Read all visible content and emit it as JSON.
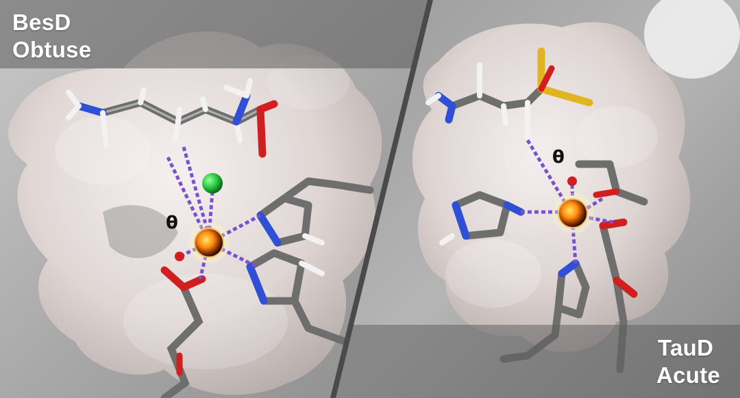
{
  "left_panel": {
    "enzyme_name": "BesD",
    "geometry": "Obtuse",
    "angle_symbol": "θ"
  },
  "right_panel": {
    "enzyme_name": "TauD",
    "geometry": "Acute",
    "angle_symbol": "θ"
  },
  "colors": {
    "carbon": "#6e6e6e",
    "nitrogen": "#2f4fd6",
    "oxygen": "#d11f1f",
    "hydrogen": "#f2f2f2",
    "sulfur": "#e0b521",
    "chloride": "#22c43a",
    "iron_core": "#ff9a1a",
    "interaction_line": "#7a4fd0",
    "label_band": "#5b5b5b"
  }
}
